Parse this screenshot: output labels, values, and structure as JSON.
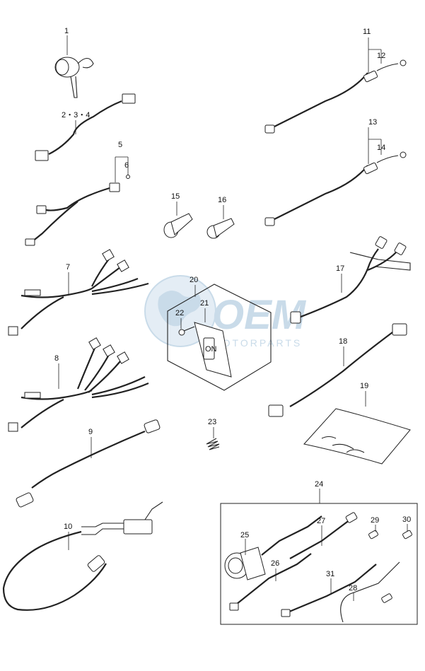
{
  "watermark": {
    "brand": "OEM",
    "subtitle": "MOTORPARTS",
    "color": "#9dbfd8"
  },
  "callouts": {
    "c1": "1",
    "c2": "2・3・4",
    "c5": "5",
    "c6": "6",
    "c7": "7",
    "c8": "8",
    "c9": "9",
    "c10": "10",
    "c11": "11",
    "c12": "12",
    "c13": "13",
    "c14": "14",
    "c15": "15",
    "c16": "16",
    "c17": "17",
    "c18": "18",
    "c19": "19",
    "c20": "20",
    "c21": "21",
    "c22": "22",
    "c23": "23",
    "c24": "24",
    "c25": "25",
    "c26": "26",
    "c27": "27",
    "c28": "28",
    "c29": "29",
    "c30": "30",
    "c31": "31"
  },
  "switch_label": "ON"
}
